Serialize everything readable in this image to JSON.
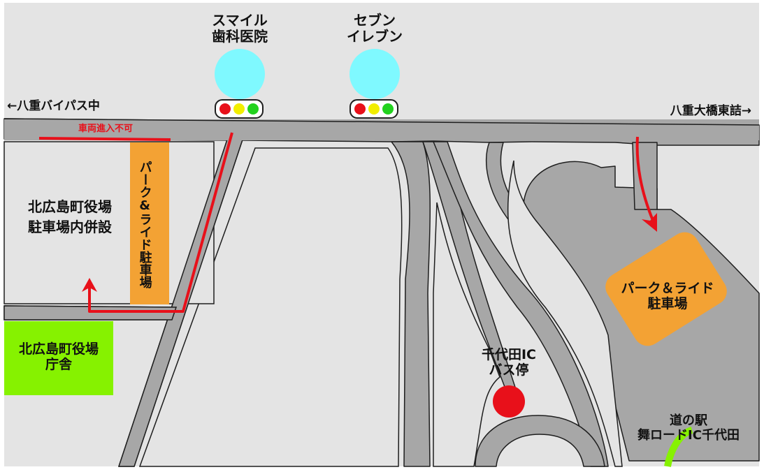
{
  "map": {
    "colors": {
      "background": "#ffffff",
      "block": "#e4e4e4",
      "road": "#a7a7a7",
      "road_outline": "#1e1e1e",
      "route_arrow": "#e8101a",
      "park_ride": "#f3a234",
      "town_hall": "#86f200",
      "landmark_circle": "#7ff9ff",
      "bus_stop": "#e8101a"
    },
    "landmarks": {
      "dental_clinic": "スマイル\n歯科医院",
      "seven_eleven": "セブン\nイレブン"
    },
    "traffic_lights": [
      "red",
      "yellow",
      "green"
    ],
    "directions": {
      "west": "←八重バイパス中",
      "east": "八重大橋東詰→"
    },
    "no_entry": "車両進入不可",
    "parking_lot": "北広島町役場\n駐車場内併設",
    "park_ride_west": "パーク&ライド駐車場",
    "park_ride_east": "パーク＆ライド\n駐車場",
    "town_office": "北広島町役場\n庁舎",
    "bus_stop": "千代田IC\nバス停",
    "roadside_station": "道の駅\n舞ロードIC千代田"
  }
}
